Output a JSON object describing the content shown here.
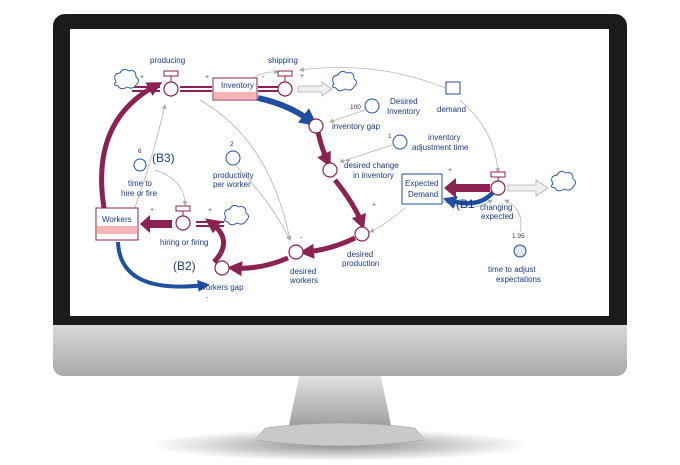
{
  "diagram": {
    "stocks": {
      "inventory": "Inventory",
      "workers": "Workers",
      "expected_demand_line1": "Expected",
      "expected_demand_line2": "Demand"
    },
    "flows": {
      "producing": "producing",
      "shipping": "shipping",
      "hiring_or_firing": "hiring or firing",
      "changing_expected_line1": "changing",
      "changing_expected_line2": "expected"
    },
    "variables": {
      "desired_inventory_line1": "Desired",
      "desired_inventory_line2": "Inventory",
      "demand": "demand",
      "inventory_gap": "inventory gap",
      "inventory_adjustment_time_line1": "inventory",
      "inventory_adjustment_time_line2": "adjustment time",
      "desired_change_line1": "desired change",
      "desired_change_line2": "in inventory",
      "productivity_line1": "productivity",
      "productivity_line2": "per worker",
      "time_to_hire_line1": "time to",
      "time_to_hire_line2": "hire or fire",
      "desired_production_line1": "desired",
      "desired_production_line2": "production",
      "desired_workers_line1": "desired",
      "desired_workers_line2": "workers",
      "workers_gap": "workers gap",
      "time_to_adjust_line1": "time to adjust",
      "time_to_adjust_line2": "expectations"
    },
    "values": {
      "desired_inventory": "100",
      "inventory_adjustment_time": "1",
      "productivity": "2",
      "time_to_hire": "6",
      "time_to_adjust": "1.95"
    },
    "loops": {
      "b3": "(B3)",
      "b2": "(B2)",
      "b1": "(B1"
    },
    "signs": {
      "plus": "+",
      "minus": "-"
    }
  },
  "colors": {
    "flow_pipe": "#8b2252",
    "blue_arrow": "#1f4fa0",
    "label": "#1a3a8c",
    "stock_fill": "#f5b5b5",
    "screen_border": "#1b1b1b"
  }
}
